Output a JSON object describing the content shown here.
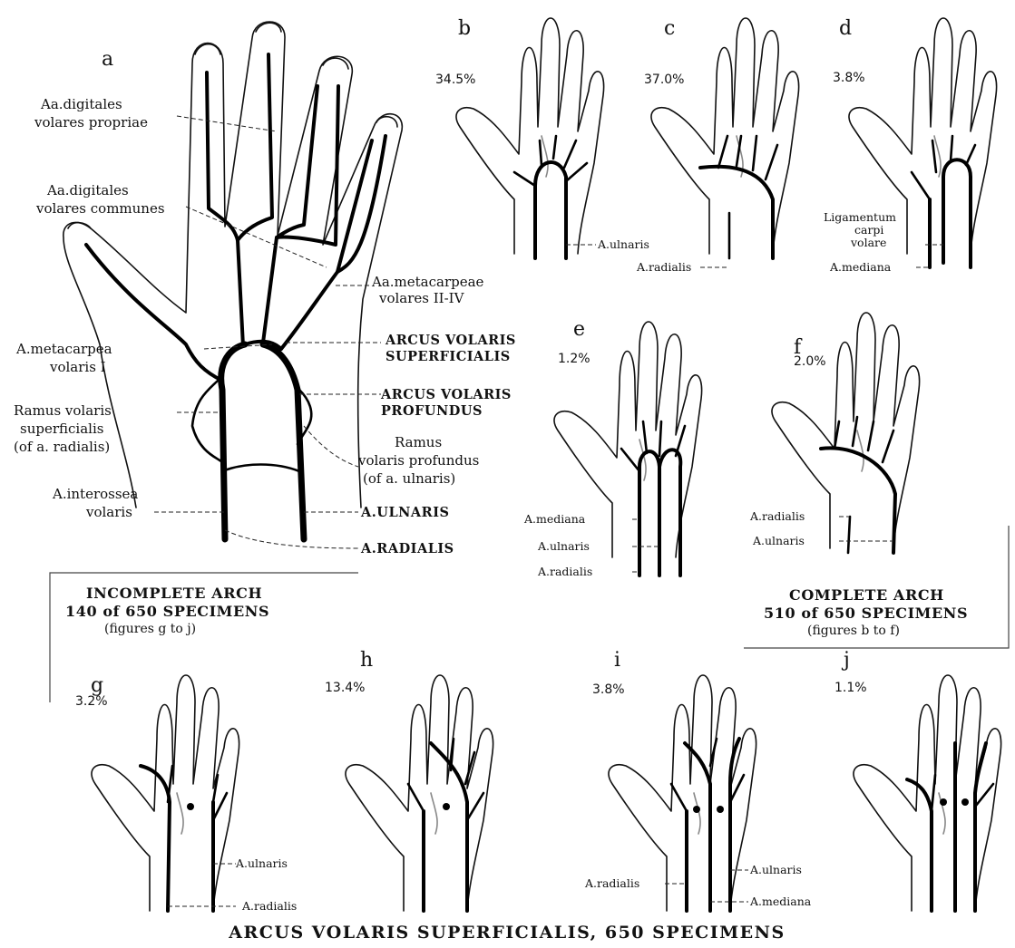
{
  "figure": {
    "title": "ARCUS VOLARIS SUPERFICIALIS, 650 SPECIMENS",
    "panels": [
      {
        "letter": "a",
        "percent": ""
      },
      {
        "letter": "b",
        "percent": "34.5%"
      },
      {
        "letter": "c",
        "percent": "37.0%"
      },
      {
        "letter": "d",
        "percent": "3.8%"
      },
      {
        "letter": "e",
        "percent": "1.2%"
      },
      {
        "letter": "f",
        "percent": "2.0%"
      },
      {
        "letter": "g",
        "percent": "3.2%"
      },
      {
        "letter": "h",
        "percent": "13.4%"
      },
      {
        "letter": "i",
        "percent": "3.8%"
      },
      {
        "letter": "j",
        "percent": "1.1%"
      }
    ],
    "panel_a_labels": {
      "digitales_propriae_1": "Aa.digitales",
      "digitales_propriae_2": "volares propriae",
      "digitales_communes_1": "Aa.digitales",
      "digitales_communes_2": "volares communes",
      "metacarpea_1": "A.metacarpea",
      "metacarpea_2": "volaris I",
      "ramus_sup_1": "Ramus volaris",
      "ramus_sup_2": "superficialis",
      "ramus_sup_3": "(of a. radialis)",
      "interossea_1": "A.interossea",
      "interossea_2": "volaris",
      "metacarpeae_1": "Aa.metacarpeae",
      "metacarpeae_2": "volares II-IV",
      "arcus_sup_1": "ARCUS VOLARIS",
      "arcus_sup_2": "SUPERFICIALIS",
      "arcus_prof_1": "ARCUS VOLARIS",
      "arcus_prof_2": "PROFUNDUS",
      "ramus_prof_1": "Ramus",
      "ramus_prof_2": "volaris profundus",
      "ramus_prof_3": "(of a. ulnaris)",
      "ulnaris": "A.ULNARIS",
      "radialis": "A.RADIALIS"
    },
    "panel_labels": {
      "b_ulnaris": "A.ulnaris",
      "c_radialis": "A.radialis",
      "d_lig_1": "Ligamentum",
      "d_lig_2": "carpi",
      "d_lig_3": "volare",
      "d_mediana": "A.mediana",
      "e_mediana": "A.mediana",
      "e_ulnaris": "A.ulnaris",
      "e_radialis": "A.radialis",
      "f_radialis": "A.radialis",
      "f_ulnaris": "A.ulnaris",
      "g_ulnaris": "A.ulnaris",
      "g_radialis": "A.radialis",
      "i_radialis": "A.radialis",
      "i_ulnaris": "A.ulnaris",
      "i_mediana": "A.mediana"
    },
    "incomplete": {
      "heading_1": "INCOMPLETE ARCH",
      "heading_2": "140 of 650 SPECIMENS",
      "note": "(figures g to j)"
    },
    "complete": {
      "heading_1": "COMPLETE ARCH",
      "heading_2": "510 of 650 SPECIMENS",
      "note": "(figures b to f)"
    },
    "ink_color": "#111111",
    "background_color": "#ffffff"
  }
}
